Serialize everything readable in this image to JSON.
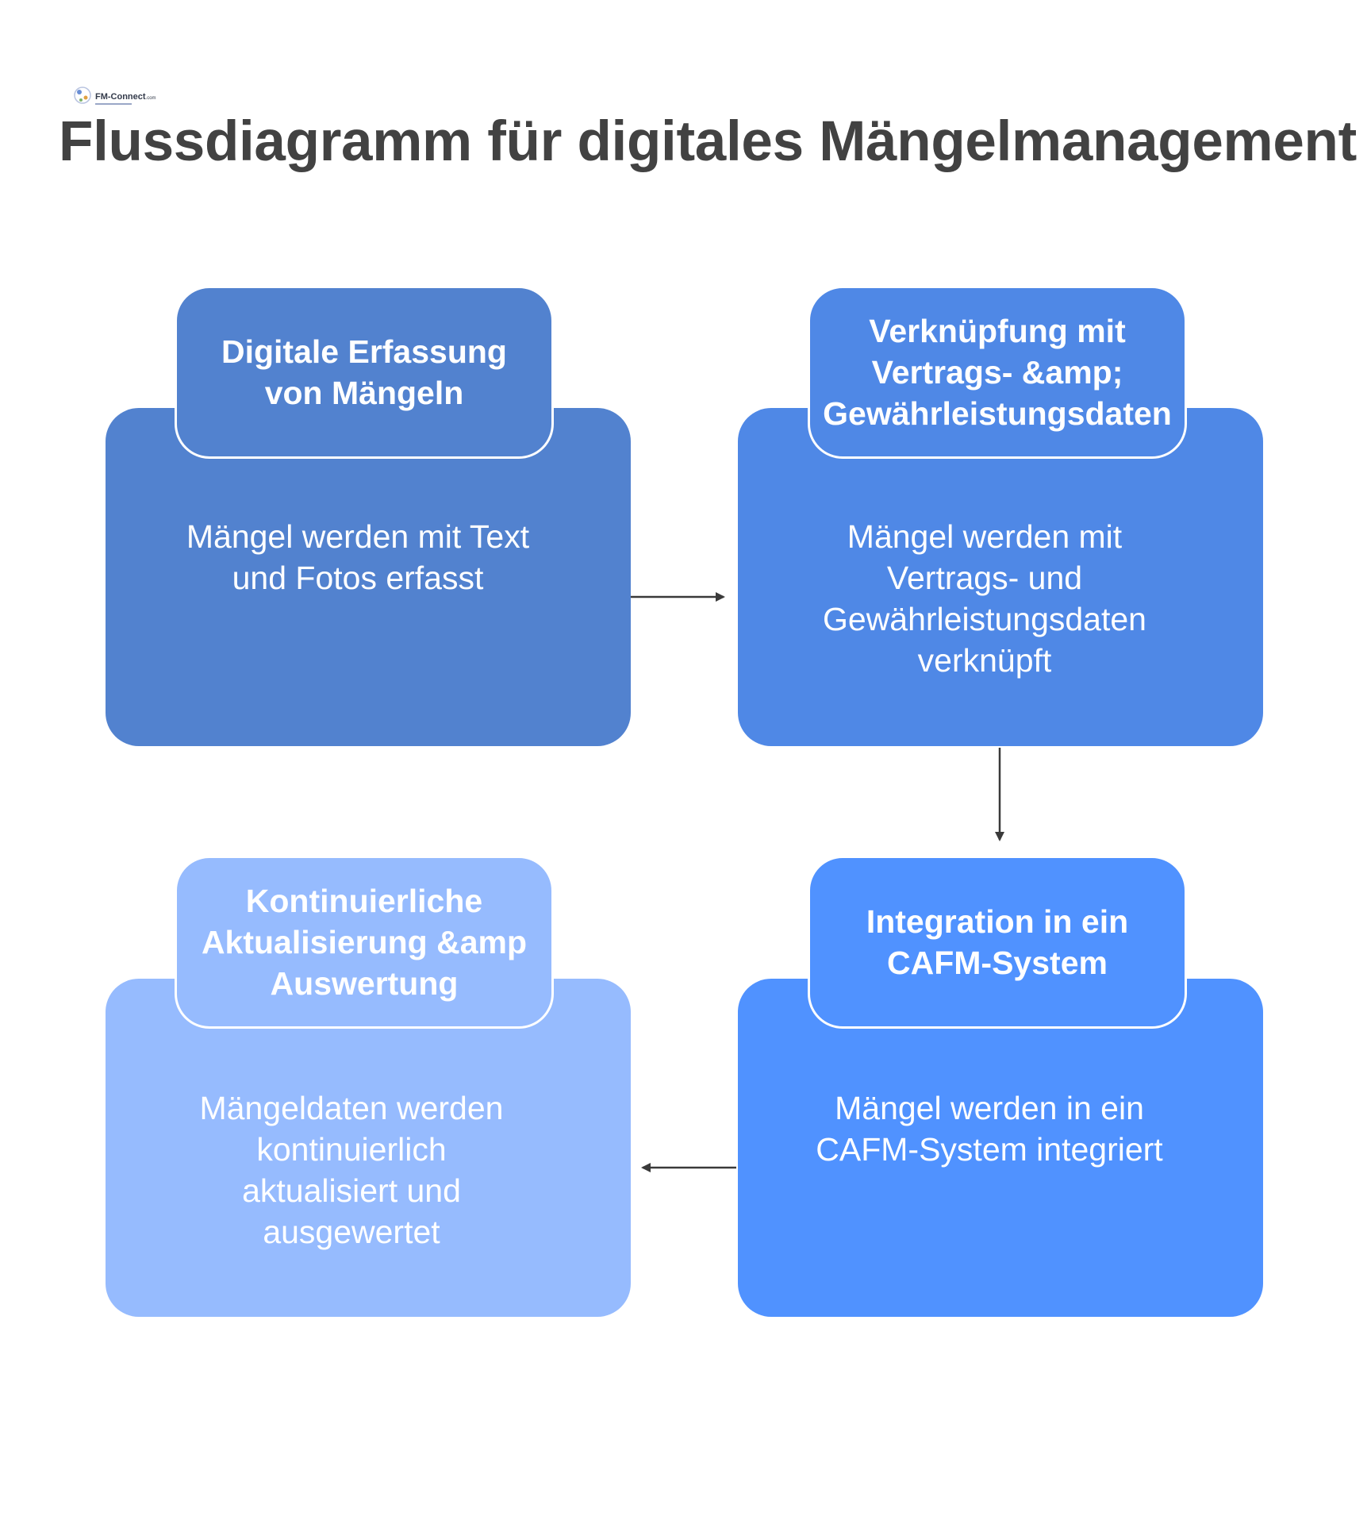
{
  "logo": {
    "text": "FM-Connect",
    "suffix": ".com"
  },
  "title": "Flussdiagramm für digitales Mängelmanagement",
  "steps": [
    {
      "heading": "Digitale Erfassung\nvon Mängeln",
      "description": "Mängel werden mit Text\nund Fotos erfasst"
    },
    {
      "heading": "Verknüpfung mit\n  Vertrags- &amp;\nGewährleistungsdaten",
      "description": "Mängel werden mit\nVertrags- und\nGewährleistungsdaten\nverknüpft"
    },
    {
      "heading": "Integration in ein\nCAFM-System",
      "description": "Mängel werden in ein\nCAFM-System integriert"
    },
    {
      "heading": "Kontinuierliche\n   Aktualisierung &amp\nAuswertung",
      "description": "Mängeldaten werden\nkontinuierlich\naktualisiert und\nausgewertet"
    }
  ],
  "colors": {
    "step1": "#5282cf",
    "step2": "#4f88e6",
    "step3": "#5092ff",
    "step4": "#96bbfe",
    "arrow": "#3a3a3a",
    "title": "#424242"
  }
}
